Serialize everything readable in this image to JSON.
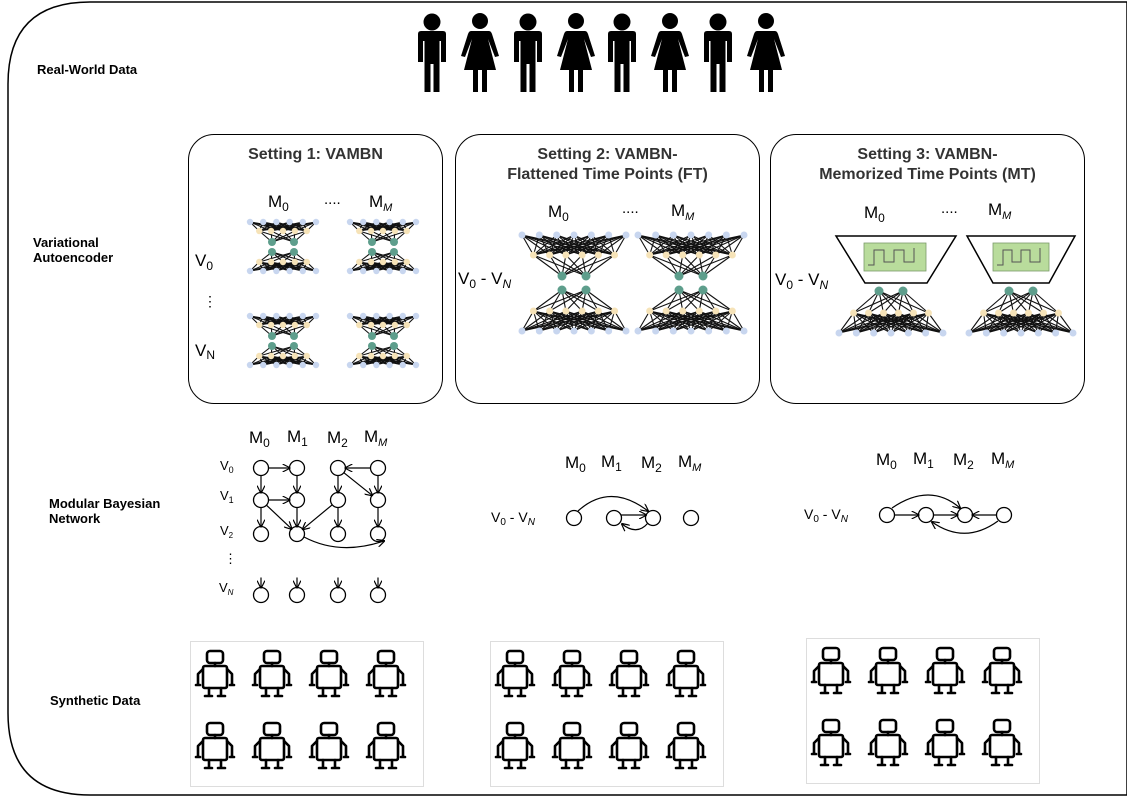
{
  "rows": {
    "real_world": "Real-World Data",
    "vae_line1": "Variational",
    "vae_line2": "Autoencoder",
    "mbn_line1": "Modular Bayesian",
    "mbn_line2": "Network",
    "synthetic": "Synthetic Data"
  },
  "settings": [
    {
      "title_lines": [
        "Setting 1: VAMBN"
      ],
      "m0": "M",
      "m0_sub": "0",
      "dots": "....",
      "mm": "M",
      "mm_sub": "M",
      "v0": "V",
      "v0_sub": "0",
      "vdots": "⋮",
      "vn": "V",
      "vn_sub": "N"
    },
    {
      "title_lines": [
        "Setting 2: VAMBN-",
        "Flattened Time Points (FT)"
      ],
      "m0": "M",
      "m0_sub": "0",
      "dots": "....",
      "mm": "M",
      "mm_sub": "M",
      "v_range": "V",
      "v_range_sub0": "0",
      "v_range_mid": " - V",
      "v_range_subN": "N"
    },
    {
      "title_lines": [
        "Setting 3: VAMBN-",
        "Memorized Time Points (MT)"
      ],
      "m0": "M",
      "m0_sub": "0",
      "dots": "....",
      "mm": "M",
      "mm_sub": "M",
      "v_range": "V",
      "v_range_sub0": "0",
      "v_range_mid": " - V",
      "v_range_subN": "N"
    }
  ],
  "bn": {
    "cols": [
      {
        "base": "M",
        "sub": "0"
      },
      {
        "base": "M",
        "sub": "1"
      },
      {
        "base": "M",
        "sub": "2"
      },
      {
        "base": "M",
        "sub": "M"
      }
    ],
    "rows1": [
      {
        "base": "V",
        "sub": "0"
      },
      {
        "base": "V",
        "sub": "1"
      },
      {
        "base": "V",
        "sub": "2"
      },
      {
        "base": "⋮",
        "sub": ""
      },
      {
        "base": "V",
        "sub": "N"
      }
    ],
    "range_label": {
      "base": "V",
      "sub0": "0",
      "mid": " - V",
      "subN": "N"
    }
  },
  "colors": {
    "input_node": "#c8d6ef",
    "hidden_node": "#f6e3b8",
    "latent_node": "#5e9e8c",
    "lstm_green": "#b9dc9c"
  },
  "icons": {
    "people": "person-figure-icon",
    "robots": "robot-icon"
  }
}
